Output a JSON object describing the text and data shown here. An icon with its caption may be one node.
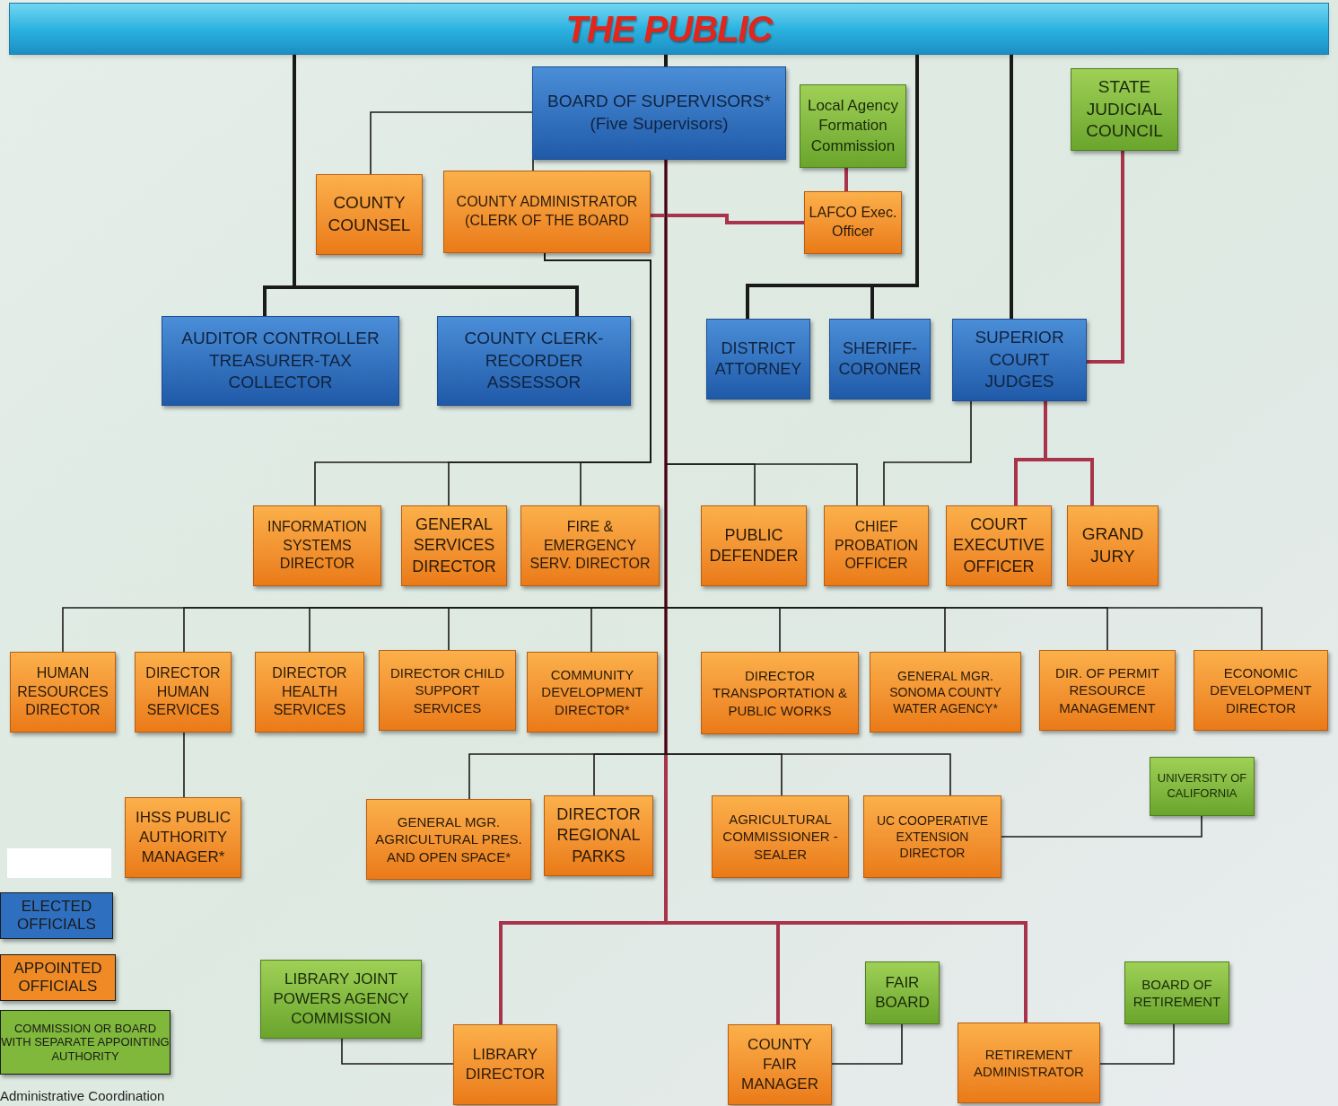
{
  "diagram": {
    "nodes": [
      {
        "text": [
          "THE PUBLIC"
        ]
      },
      {
        "text": [
          "BOARD OF SUPERVISORS*",
          "(Five Supervisors)"
        ]
      },
      {
        "text": [
          "Local Agency Formation Commission"
        ]
      },
      {
        "text": [
          "STATE JUDICIAL COUNCIL"
        ]
      },
      {
        "text": [
          "COUNTY COUNSEL"
        ]
      },
      {
        "text": [
          "COUNTY ADMINISTRATOR (CLERK OF THE BOARD"
        ]
      },
      {
        "text": [
          "LAFCO Exec. Officer"
        ]
      },
      {
        "text": [
          "AUDITOR CONTROLLER TREASURER-TAX COLLECTOR"
        ]
      },
      {
        "text": [
          "COUNTY CLERK-RECORDER ASSESSOR"
        ]
      },
      {
        "text": [
          "DISTRICT ATTORNEY"
        ]
      },
      {
        "text": [
          "SHERIFF-CORONER"
        ]
      },
      {
        "text": [
          "SUPERIOR COURT JUDGES"
        ]
      },
      {
        "text": [
          "INFORMATION SYSTEMS DIRECTOR"
        ]
      },
      {
        "text": [
          "GENERAL SERVICES DIRECTOR"
        ]
      },
      {
        "text": [
          "FIRE & EMERGENCY SERV. DIRECTOR"
        ]
      },
      {
        "text": [
          "PUBLIC DEFENDER"
        ]
      },
      {
        "text": [
          "CHIEF PROBATION OFFICER"
        ]
      },
      {
        "text": [
          "COURT EXECUTIVE OFFICER"
        ]
      },
      {
        "text": [
          "GRAND JURY"
        ]
      },
      {
        "text": [
          "HUMAN RESOURCES DIRECTOR"
        ]
      },
      {
        "text": [
          "DIRECTOR HUMAN SERVICES"
        ]
      },
      {
        "text": [
          "DIRECTOR HEALTH SERVICES"
        ]
      },
      {
        "text": [
          "DIRECTOR CHILD SUPPORT SERVICES"
        ]
      },
      {
        "text": [
          "COMMUNITY DEVELOPMENT DIRECTOR*"
        ]
      },
      {
        "text": [
          "DIRECTOR TRANSPORTATION & PUBLIC WORKS"
        ]
      },
      {
        "text": [
          "GENERAL MGR. SONOMA COUNTY WATER AGENCY*"
        ]
      },
      {
        "text": [
          "DIR. OF PERMIT RESOURCE MANAGEMENT"
        ]
      },
      {
        "text": [
          "ECONOMIC DEVELOPMENT DIRECTOR"
        ]
      },
      {
        "text": [
          "IHSS PUBLIC AUTHORITY MANAGER*"
        ]
      },
      {
        "text": [
          "GENERAL MGR. AGRICULTURAL PRES. AND OPEN SPACE*"
        ]
      },
      {
        "text": [
          "DIRECTOR REGIONAL PARKS"
        ]
      },
      {
        "text": [
          "AGRICULTURAL COMMISSIONER - SEALER"
        ]
      },
      {
        "text": [
          "UC COOPERATIVE EXTENSION DIRECTOR"
        ]
      },
      {
        "text": [
          "UNIVERSITY OF CALIFORNIA"
        ]
      },
      {
        "text": [
          "LIBRARY JOINT POWERS AGENCY COMMISSION"
        ]
      },
      {
        "text": [
          "FAIR BOARD"
        ]
      },
      {
        "text": [
          "BOARD OF RETIREMENT"
        ]
      },
      {
        "text": [
          "LIBRARY DIRECTOR"
        ]
      },
      {
        "text": [
          "COUNTY FAIR MANAGER"
        ]
      },
      {
        "text": [
          "RETIREMENT ADMINISTRATOR"
        ]
      }
    ],
    "edges": [
      {
        "from": 0,
        "to": 1,
        "arrow": "none",
        "style": "thick"
      },
      {
        "from": 0,
        "to": 7,
        "arrow": "none",
        "style": "thick"
      },
      {
        "from": 0,
        "to": 8,
        "arrow": "none",
        "style": "thick"
      },
      {
        "from": 0,
        "to": 9,
        "arrow": "none",
        "style": "thick"
      },
      {
        "from": 0,
        "to": 10,
        "arrow": "none",
        "style": "thick"
      },
      {
        "from": 0,
        "to": 11,
        "arrow": "none",
        "style": "thick"
      },
      {
        "from": 1,
        "to": 4,
        "arrow": "none"
      },
      {
        "from": 1,
        "to": 5,
        "arrow": "none"
      },
      {
        "from": 2,
        "to": 6,
        "arrow": "none",
        "style": "thick",
        "color": "#a8344c"
      },
      {
        "from": 5,
        "to": 6,
        "arrow": "none",
        "style": "thick",
        "color": "#a8344c"
      },
      {
        "from": 3,
        "to": 11,
        "arrow": "none",
        "style": "thick",
        "color": "#a8344c"
      },
      {
        "from": 5,
        "to": 12,
        "arrow": "none"
      },
      {
        "from": 5,
        "to": 13,
        "arrow": "none"
      },
      {
        "from": 5,
        "to": 14,
        "arrow": "none"
      },
      {
        "from": 1,
        "to": 15,
        "arrow": "none"
      },
      {
        "from": 1,
        "to": 16,
        "arrow": "none"
      },
      {
        "from": 11,
        "to": 16,
        "arrow": "none"
      },
      {
        "from": 11,
        "to": 17,
        "arrow": "none",
        "style": "thick",
        "color": "#a8344c"
      },
      {
        "from": 11,
        "to": 18,
        "arrow": "none",
        "style": "thick",
        "color": "#a8344c"
      },
      {
        "from": 1,
        "to": 19,
        "arrow": "none"
      },
      {
        "from": 1,
        "to": 20,
        "arrow": "none"
      },
      {
        "from": 1,
        "to": 21,
        "arrow": "none"
      },
      {
        "from": 1,
        "to": 22,
        "arrow": "none"
      },
      {
        "from": 1,
        "to": 23,
        "arrow": "none"
      },
      {
        "from": 1,
        "to": 24,
        "arrow": "none"
      },
      {
        "from": 1,
        "to": 25,
        "arrow": "none"
      },
      {
        "from": 1,
        "to": 26,
        "arrow": "none"
      },
      {
        "from": 1,
        "to": 27,
        "arrow": "none"
      },
      {
        "from": 20,
        "to": 28,
        "arrow": "none"
      },
      {
        "from": 1,
        "to": 29,
        "arrow": "none"
      },
      {
        "from": 1,
        "to": 30,
        "arrow": "none"
      },
      {
        "from": 1,
        "to": 31,
        "arrow": "none"
      },
      {
        "from": 1,
        "to": 32,
        "arrow": "none"
      },
      {
        "from": 33,
        "to": 32,
        "arrow": "none"
      },
      {
        "from": 1,
        "to": 37,
        "arrow": "none",
        "style": "thick",
        "color": "#a8344c"
      },
      {
        "from": 1,
        "to": 38,
        "arrow": "none",
        "style": "thick",
        "color": "#a8344c"
      },
      {
        "from": 1,
        "to": 39,
        "arrow": "none",
        "style": "thick",
        "color": "#a8344c"
      },
      {
        "from": 34,
        "to": 37,
        "arrow": "none"
      },
      {
        "from": 35,
        "to": 38,
        "arrow": "none"
      },
      {
        "from": 36,
        "to": 39,
        "arrow": "none"
      }
    ],
    "legend": [
      {
        "text": "ELECTED OFFICIALS",
        "color": "#2f6fc0"
      },
      {
        "text": "APPOINTED OFFICIALS",
        "color": "#f08a24"
      },
      {
        "text": "COMMISSION OR BOARD WITH SEPARATE APPOINTING AUTHORITY",
        "color": "#7fb83a"
      },
      {
        "text": "Administrative Coordination"
      }
    ]
  }
}
